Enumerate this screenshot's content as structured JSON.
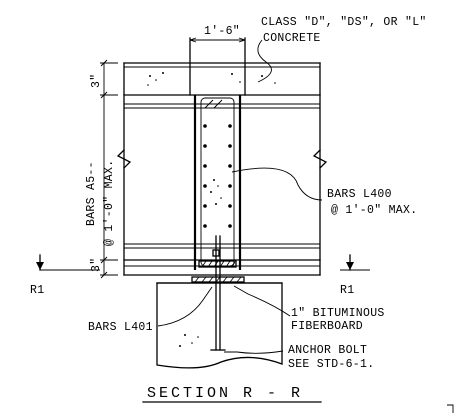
{
  "drawing": {
    "dim_top_width": "1'-6\"",
    "concrete_label_line1": "CLASS \"D\", \"DS\", OR \"L\"",
    "concrete_label_line2": "CONCRETE",
    "dim_left_top": "3\"",
    "dim_left_bottom": "3\"",
    "bars_a5_line1": "BARS A5--",
    "bars_a5_line2": "@ 1'-0\" MAX.",
    "bars_l400_line1": "BARS L400",
    "bars_l400_line2": "@ 1'-0\" MAX.",
    "section_mark_left": "R1",
    "section_mark_right": "R1",
    "fiberboard_line1": "1\" BITUMINOUS",
    "fiberboard_line2": "FIBERBOARD",
    "bars_l401": "BARS L401",
    "anchor_bolt_line1": "ANCHOR BOLT",
    "anchor_bolt_line2": "SEE STD-6-1.",
    "section_title": "SECTION R - R"
  }
}
